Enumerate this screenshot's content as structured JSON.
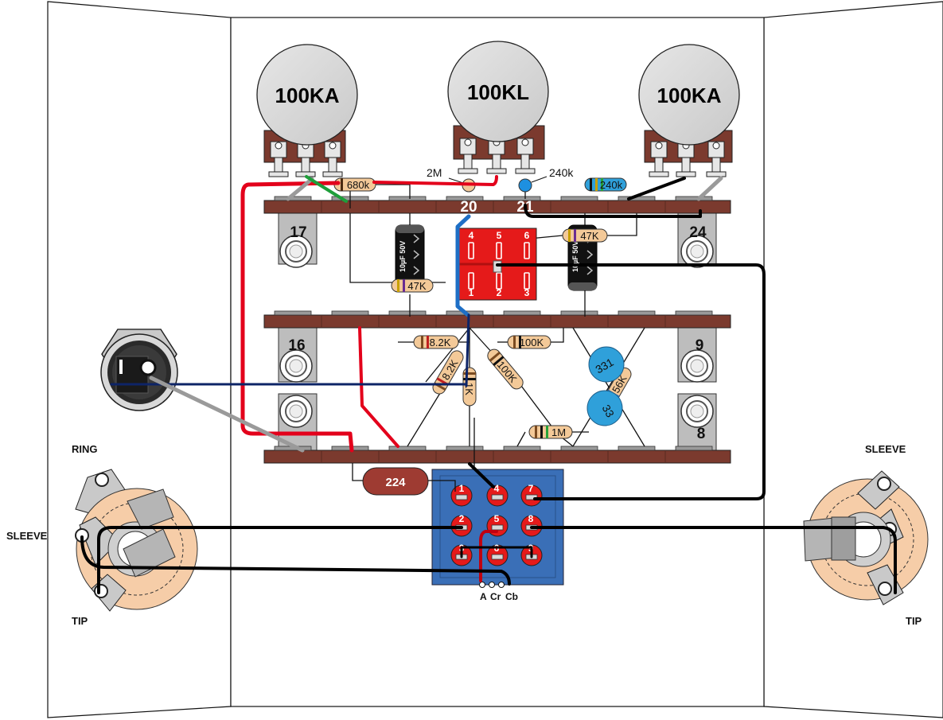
{
  "potentiometers": [
    {
      "id": "pot-left",
      "value": "100KA"
    },
    {
      "id": "pot-center",
      "value": "100KL"
    },
    {
      "id": "pot-right",
      "value": "100KA"
    }
  ],
  "resistors": {
    "r680k": "680k",
    "r240k": "240k",
    "r47k_top": "47K",
    "r47k_mid": "47K",
    "r8_2k_h": "8.2K",
    "r100k_h": "100K",
    "r8_2k_diag": "8.2K",
    "r1k": "1K",
    "r100k_diag": "100K",
    "r1m": "1M",
    "r56k": "56K"
  },
  "pot_callouts": {
    "r2m": "2M",
    "r240k": "240k"
  },
  "capacitors": {
    "elec_left": "10µF 50V",
    "elec_right": "10µF 50V",
    "ceramic_top": "331",
    "ceramic_bottom": "33",
    "film": "224"
  },
  "board_numbers": {
    "n17": "17",
    "n20": "20",
    "n21": "21",
    "n24": "24",
    "n16": "16",
    "n9": "9",
    "n8": "8"
  },
  "red_switch_pins": [
    "4",
    "5",
    "6",
    "1",
    "2",
    "3"
  ],
  "blue_switch_pins": [
    "1",
    "4",
    "7",
    "2",
    "5",
    "8",
    "3",
    "6",
    "9"
  ],
  "blue_switch_bottom": {
    "a": "A",
    "cr": "Cr",
    "cb": "Cb"
  },
  "jack_labels": {
    "left_ring": "RING",
    "left_sleeve": "SLEEVE",
    "left_tip": "TIP",
    "right_sleeve": "SLEEVE",
    "right_tip": "TIP"
  },
  "colors": {
    "board": "#7B3A2E",
    "red_wire": "#E3001B",
    "blue_wire": "#1E6FC6",
    "navy_wire": "#0D2467",
    "black_wire": "#000000",
    "gray_wire": "#9A9A9A",
    "green_wire": "#1E9E3A",
    "resistor_body": "#F3C998",
    "ceramic_cap": "#2FA0DA",
    "film_cap": "#9E3B32",
    "switch_red": "#E51A1A",
    "switch_blue": "#3A6FB7"
  }
}
